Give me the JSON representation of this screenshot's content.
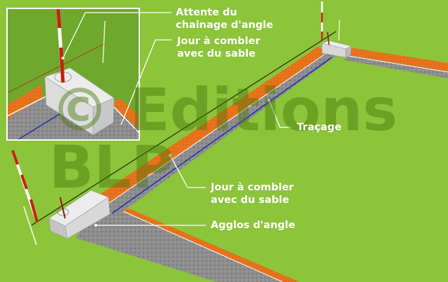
{
  "labels": {
    "attente_line1": "Attente du",
    "attente_line2": "chainage  d'angle",
    "jour_top_line1": "Jour à combler",
    "jour_top_line2": "avec du sable",
    "tracage": "Traçage",
    "jour_mid_line1": "Jour à combler",
    "jour_mid_line2": "avec du sable",
    "agglos": "Agglos d'angle"
  },
  "watermark": {
    "line1": "© Editions",
    "line2": "BLP"
  },
  "colors": {
    "grass": "#8cc43a",
    "sand": "#e8731c",
    "gravel": "#8e8e8e",
    "tracing": "#1a2fb0",
    "string": "#1a2a10"
  }
}
